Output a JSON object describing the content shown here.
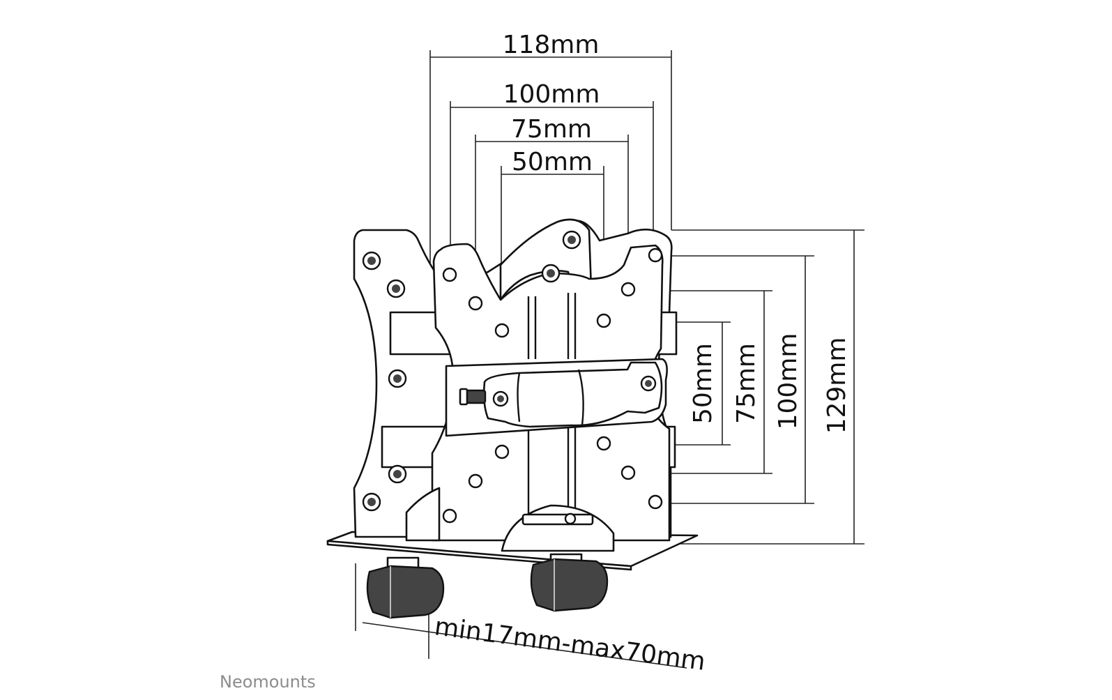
{
  "dimensions": {
    "top_118": "118mm",
    "top_100": "100mm",
    "top_75": "75mm",
    "top_50": "50mm",
    "side_50": "50mm",
    "side_75": "75mm",
    "side_100": "100mm",
    "side_129": "129mm",
    "clamp_range": "min17mm-max70mm"
  },
  "brand": "Neomounts"
}
